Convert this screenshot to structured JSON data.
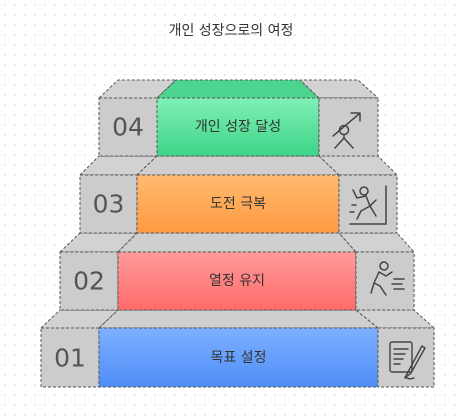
{
  "title": "개인 성장으로의 여정",
  "steps": [
    {
      "number": "01",
      "label": "목표 설정",
      "icon": "goal-setting-clipboard-icon",
      "color": "#5b9bff"
    },
    {
      "number": "02",
      "label": "열정 유지",
      "icon": "running-person-icon",
      "color": "#ff7676"
    },
    {
      "number": "03",
      "label": "도전 극복",
      "icon": "climbing-person-icon",
      "color": "#ffa24a"
    },
    {
      "number": "04",
      "label": "개인 성장 달성",
      "icon": "growth-person-icon",
      "color": "#4bd88e"
    }
  ]
}
